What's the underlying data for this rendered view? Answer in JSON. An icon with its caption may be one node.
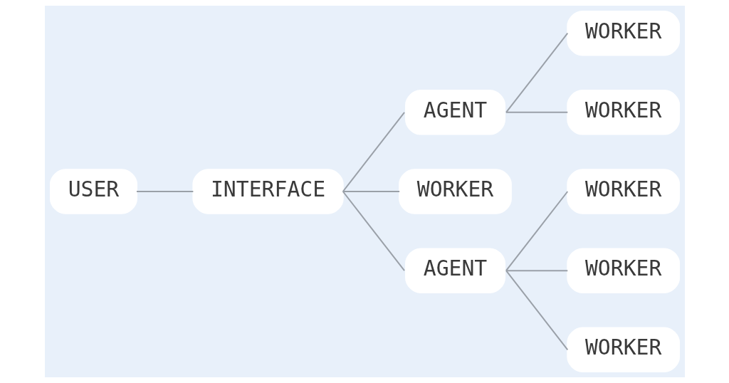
{
  "diagram": {
    "nodes": [
      {
        "text": [
          "USER"
        ]
      },
      {
        "text": [
          "INTERFACE"
        ]
      },
      {
        "text": [
          "AGENT"
        ]
      },
      {
        "text": [
          "WORKER"
        ]
      },
      {
        "text": [
          "AGENT"
        ]
      },
      {
        "text": [
          "WORKER"
        ]
      },
      {
        "text": [
          "WORKER"
        ]
      },
      {
        "text": [
          "WORKER"
        ]
      },
      {
        "text": [
          "WORKER"
        ]
      },
      {
        "text": [
          "WORKER"
        ]
      }
    ],
    "edges": [
      {
        "from": 0,
        "to": 1,
        "arrow": "none"
      },
      {
        "from": 1,
        "to": 2,
        "arrow": "none"
      },
      {
        "from": 1,
        "to": 3,
        "arrow": "none"
      },
      {
        "from": 1,
        "to": 4,
        "arrow": "none"
      },
      {
        "from": 2,
        "to": 5,
        "arrow": "none"
      },
      {
        "from": 2,
        "to": 6,
        "arrow": "none"
      },
      {
        "from": 4,
        "to": 7,
        "arrow": "none"
      },
      {
        "from": 4,
        "to": 8,
        "arrow": "none"
      },
      {
        "from": 4,
        "to": 9,
        "arrow": "none"
      }
    ]
  }
}
